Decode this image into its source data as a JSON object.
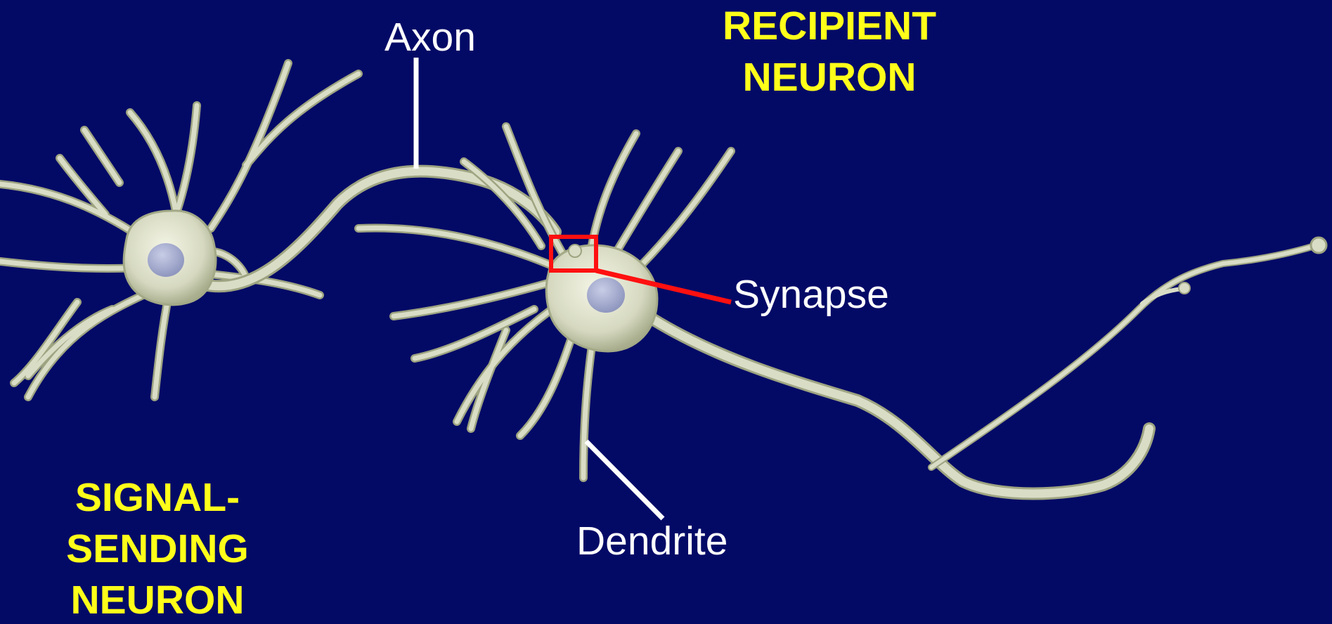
{
  "labels": {
    "axon": "Axon",
    "synapse": "Synapse",
    "dendrite": "Dendrite",
    "recipient_neuron": [
      "RECIPIENT",
      "NEURON"
    ],
    "signal_sending_neuron": [
      "SIGNAL-",
      "SENDING",
      "NEURON"
    ]
  },
  "colors": {
    "background": "#030a66",
    "title_text": "#ffff1a",
    "callout_text": "#ffffff",
    "synapse_marker": "#ff1010",
    "neuron_fill": "#d9ddc6",
    "neuron_edge": "#a7ad8a"
  }
}
